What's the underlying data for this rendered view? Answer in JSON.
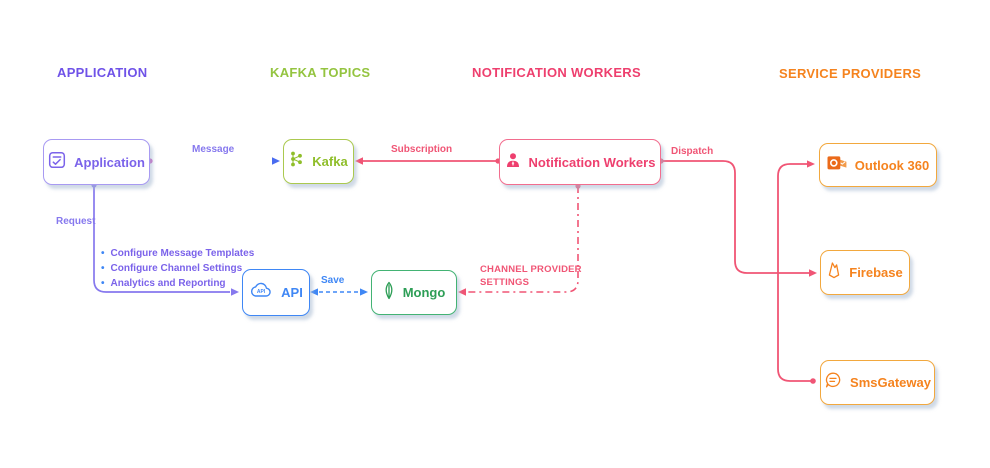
{
  "palette": {
    "purple-header": "#6f52e8",
    "purple-text": "#7b63ea",
    "purple-border": "#a89af2",
    "purple-line": "#8678ee",
    "magenta": "#cf58c4",
    "blue": "#3f87f5",
    "blue-line": "#4a6cf0",
    "kafka-header": "#94c440",
    "kafka-green": "#8fbe2a",
    "kafka-border": "#abc94f",
    "mongo-green": "#2d9e56",
    "mongo-border": "#43b374",
    "pink": "#ee3f6e",
    "pink-border": "#f26d8e",
    "pink-line": "#f05575",
    "orange": "#f5831e",
    "orange-border": "#f2a83e",
    "outlook-orange": "#eb6a1a",
    "outlook-flap": "#f29a4a"
  },
  "columns": [
    {
      "id": "application",
      "label": "APPLICATION",
      "color": "#6f52e8"
    },
    {
      "id": "kafka-topics",
      "label": "KAFKA TOPICS",
      "color": "#94c440"
    },
    {
      "id": "notification-workers",
      "label": "NOTIFICATION WORKERS",
      "color": "#ee3f6e"
    },
    {
      "id": "service-providers",
      "label": "SERVICE PROVIDERS",
      "color": "#f5831e"
    }
  ],
  "nodes": {
    "application": {
      "label": "Application",
      "icon": "form-check-icon",
      "theme": "purple"
    },
    "kafka": {
      "label": "Kafka",
      "icon": "kafka-logo-icon",
      "theme": "green"
    },
    "notification_workers": {
      "label": "Notification Workers",
      "icon": "worker-person-icon",
      "theme": "pink"
    },
    "api": {
      "label": "API",
      "icon": "cloud-api-icon",
      "icon_text": "API",
      "theme": "blue"
    },
    "mongo": {
      "label": "Mongo",
      "icon": "mongodb-leaf-icon",
      "theme": "green"
    },
    "outlook": {
      "label": "Outlook 360",
      "icon": "outlook-logo-icon",
      "theme": "orange"
    },
    "firebase": {
      "label": "Firebase",
      "icon": "firebase-flame-icon",
      "theme": "orange"
    },
    "smsgateway": {
      "label": "SmsGateway",
      "icon": "chat-bubble-icon",
      "theme": "orange"
    }
  },
  "edges": {
    "message": {
      "label": "Message",
      "from": "application",
      "to": "kafka",
      "style": "solid"
    },
    "request": {
      "label": "Request",
      "from": "application",
      "to": "api",
      "style": "solid"
    },
    "subscription": {
      "label": "Subscription",
      "from": "notification_workers",
      "to": "kafka",
      "style": "solid"
    },
    "dispatch": {
      "label": "Dispatch",
      "from": "notification_workers",
      "to": [
        "outlook",
        "firebase",
        "smsgateway"
      ],
      "style": "solid"
    },
    "save": {
      "label": "Save",
      "from": "api",
      "to": "mongo",
      "style": "dashed",
      "bidirectional": true
    },
    "channel": {
      "line1": "CHANNEL PROVIDER",
      "line2": "SETTINGS",
      "from": "notification_workers",
      "to": "mongo",
      "style": "dashed"
    }
  },
  "notes": {
    "items": [
      "Configure Message Templates",
      "Configure Channel Settings",
      "Analytics and Reporting"
    ]
  }
}
